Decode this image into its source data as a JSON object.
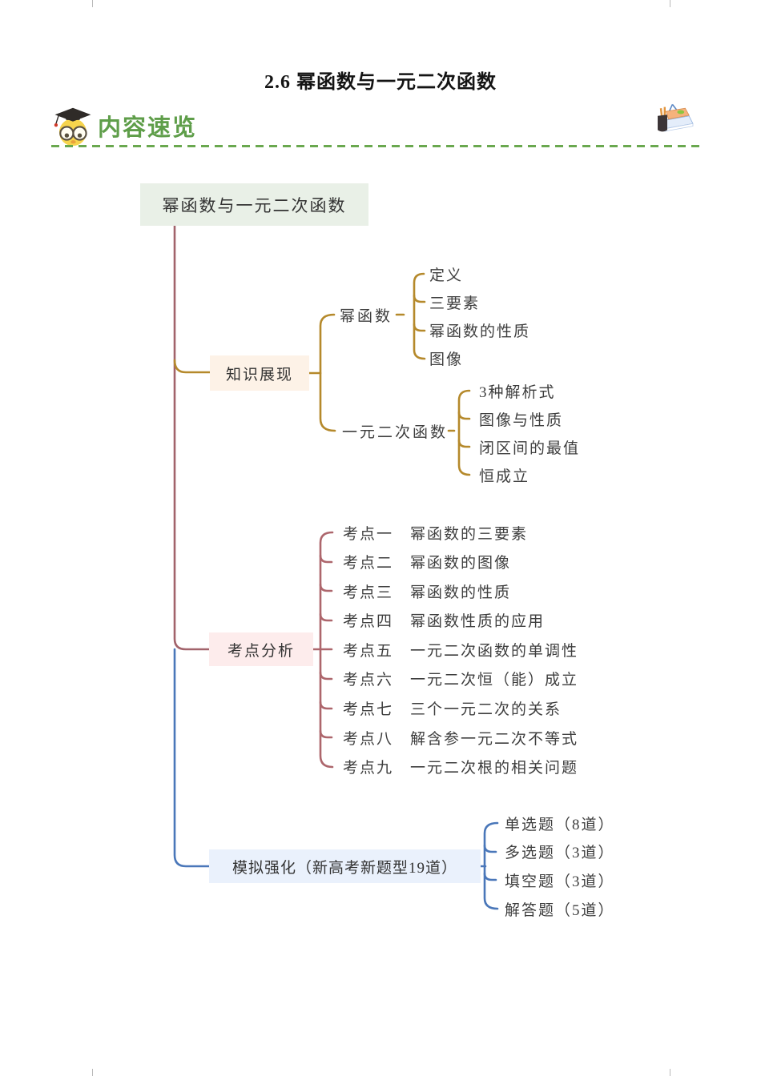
{
  "page": {
    "title": "2.6 幂函数与一元二次函数",
    "background": "#ffffff"
  },
  "header": {
    "label": "内容速览",
    "left_icon": "owl-graduate-icon",
    "right_icon": "books-stationery-icon",
    "text_color": "#5f9e4a",
    "divider_color": "#6aa84f"
  },
  "mindmap": {
    "root": {
      "label": "幂函数与一元二次函数",
      "bg": "#e9f0e7"
    },
    "colors": {
      "trunk": "#a2636b",
      "knowledge": "#b5892b",
      "exam": "#ad666c",
      "mock": "#4a77b9"
    },
    "branches": [
      {
        "label": "知识展现",
        "bg": "#fdf2e7",
        "children": [
          {
            "label": "幂函数",
            "children": [
              "定义",
              "三要素",
              "幂函数的性质",
              "图像"
            ]
          },
          {
            "label": "一元二次函数",
            "children": [
              "3种解析式",
              "图像与性质",
              "闭区间的最值",
              "恒成立"
            ]
          }
        ]
      },
      {
        "label": "考点分析",
        "bg": "#fdecec",
        "children": [
          "考点一　幂函数的三要素",
          "考点二　幂函数的图像",
          "考点三　幂函数的性质",
          "考点四　幂函数性质的应用",
          "考点五　一元二次函数的单调性",
          "考点六　一元二次恒（能）成立",
          "考点七　三个一元二次的关系",
          "考点八　解含参一元二次不等式",
          "考点九　一元二次根的相关问题"
        ]
      },
      {
        "label": "模拟强化（新高考新题型19道）",
        "bg": "#eaf1fc",
        "children": [
          "单选题（8道）",
          "多选题（3道）",
          "填空题（3道）",
          "解答题（5道）"
        ]
      }
    ]
  }
}
